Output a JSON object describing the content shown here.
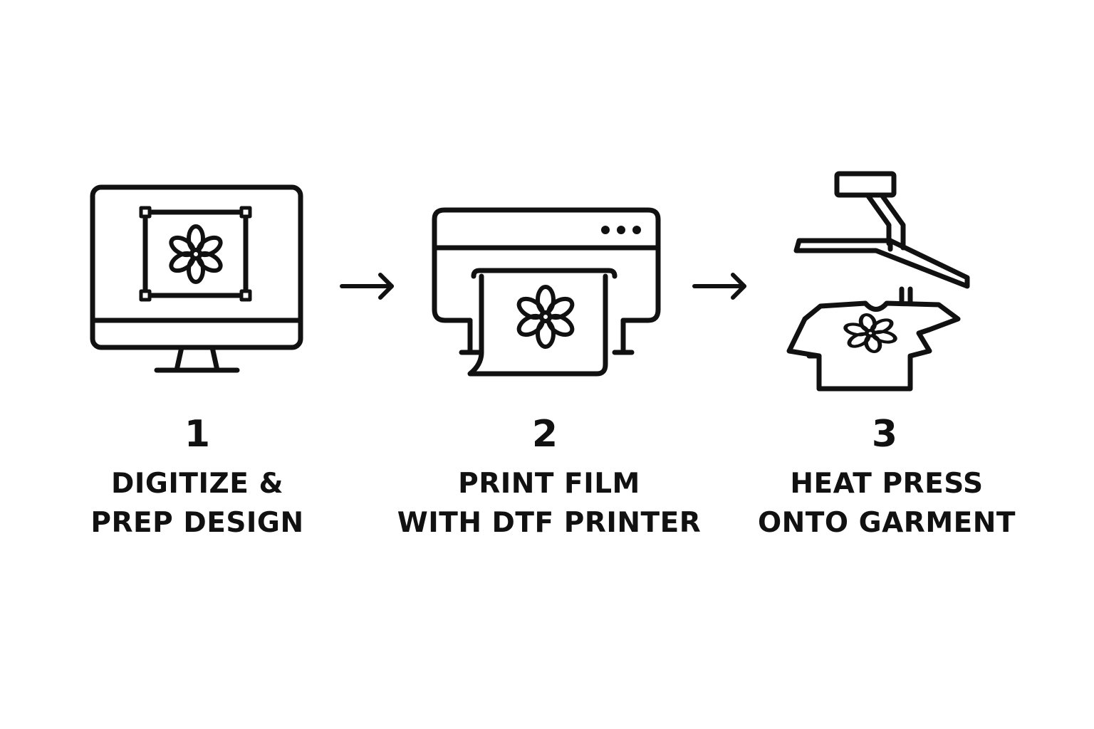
{
  "steps": [
    {
      "number": "1",
      "label_line1": "DIGITIZE &",
      "label_line2": "PREP DESIGN",
      "icon": "computer-monitor-design-icon"
    },
    {
      "number": "2",
      "label_line1": "PRINT FILM",
      "label_line2": "WITH DTF PRINTER",
      "icon": "dtf-printer-icon"
    },
    {
      "number": "3",
      "label_line1": "HEAT PRESS",
      "label_line2": "ONTO GARMENT",
      "icon": "heat-press-tshirt-icon"
    }
  ],
  "arrows": [
    "arrow-right-icon",
    "arrow-right-icon"
  ],
  "colors": {
    "ink": "#111111",
    "background": "#ffffff"
  }
}
